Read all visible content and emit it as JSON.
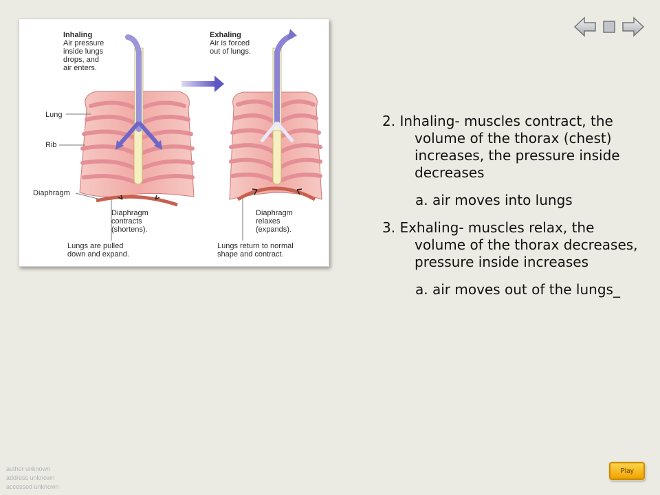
{
  "navigation": {
    "back_icon": "arrow-left-icon",
    "stop_icon": "square-stop-icon",
    "forward_icon": "arrow-right-icon"
  },
  "figure": {
    "inhaling": {
      "title": "Inhaling",
      "desc": [
        "Air pressure",
        "inside lungs",
        "drops, and",
        "air enters."
      ]
    },
    "exhaling": {
      "title": "Exhaling",
      "desc": [
        "Air is forced",
        "out of lungs."
      ]
    },
    "labels": {
      "lung": "Lung",
      "rib": "Rib",
      "diaphragm": "Diaphragm",
      "diaphragm_contracts": [
        "Diaphragm",
        "contracts",
        "(shortens)."
      ],
      "lungs_pulled": [
        "Lungs are pulled",
        "down and expand."
      ],
      "diaphragm_relaxes": [
        "Diaphragm",
        "relaxes",
        "(expands)."
      ],
      "lungs_return": [
        "Lungs return to normal",
        "shape and contract."
      ]
    }
  },
  "content": {
    "point2": "2. Inhaling- muscles contract, the volume of the thorax (chest) increases, the pressure inside decreases",
    "point2a": "a. air moves into lungs",
    "point3": "3. Exhaling- muscles relax, the volume of the thorax decreases, pressure inside increases",
    "point3a": "a. air moves out of the lungs_"
  },
  "credits": {
    "author": "author unknown",
    "address": "address unknown",
    "accessed": "accessed unknown"
  },
  "play_label": "Play",
  "colors": {
    "background": "#ecebe3",
    "lung": "#f2b8b2",
    "rib": "#e8949a",
    "airflow": "#7b72c9",
    "play_button": "#f5b400"
  }
}
